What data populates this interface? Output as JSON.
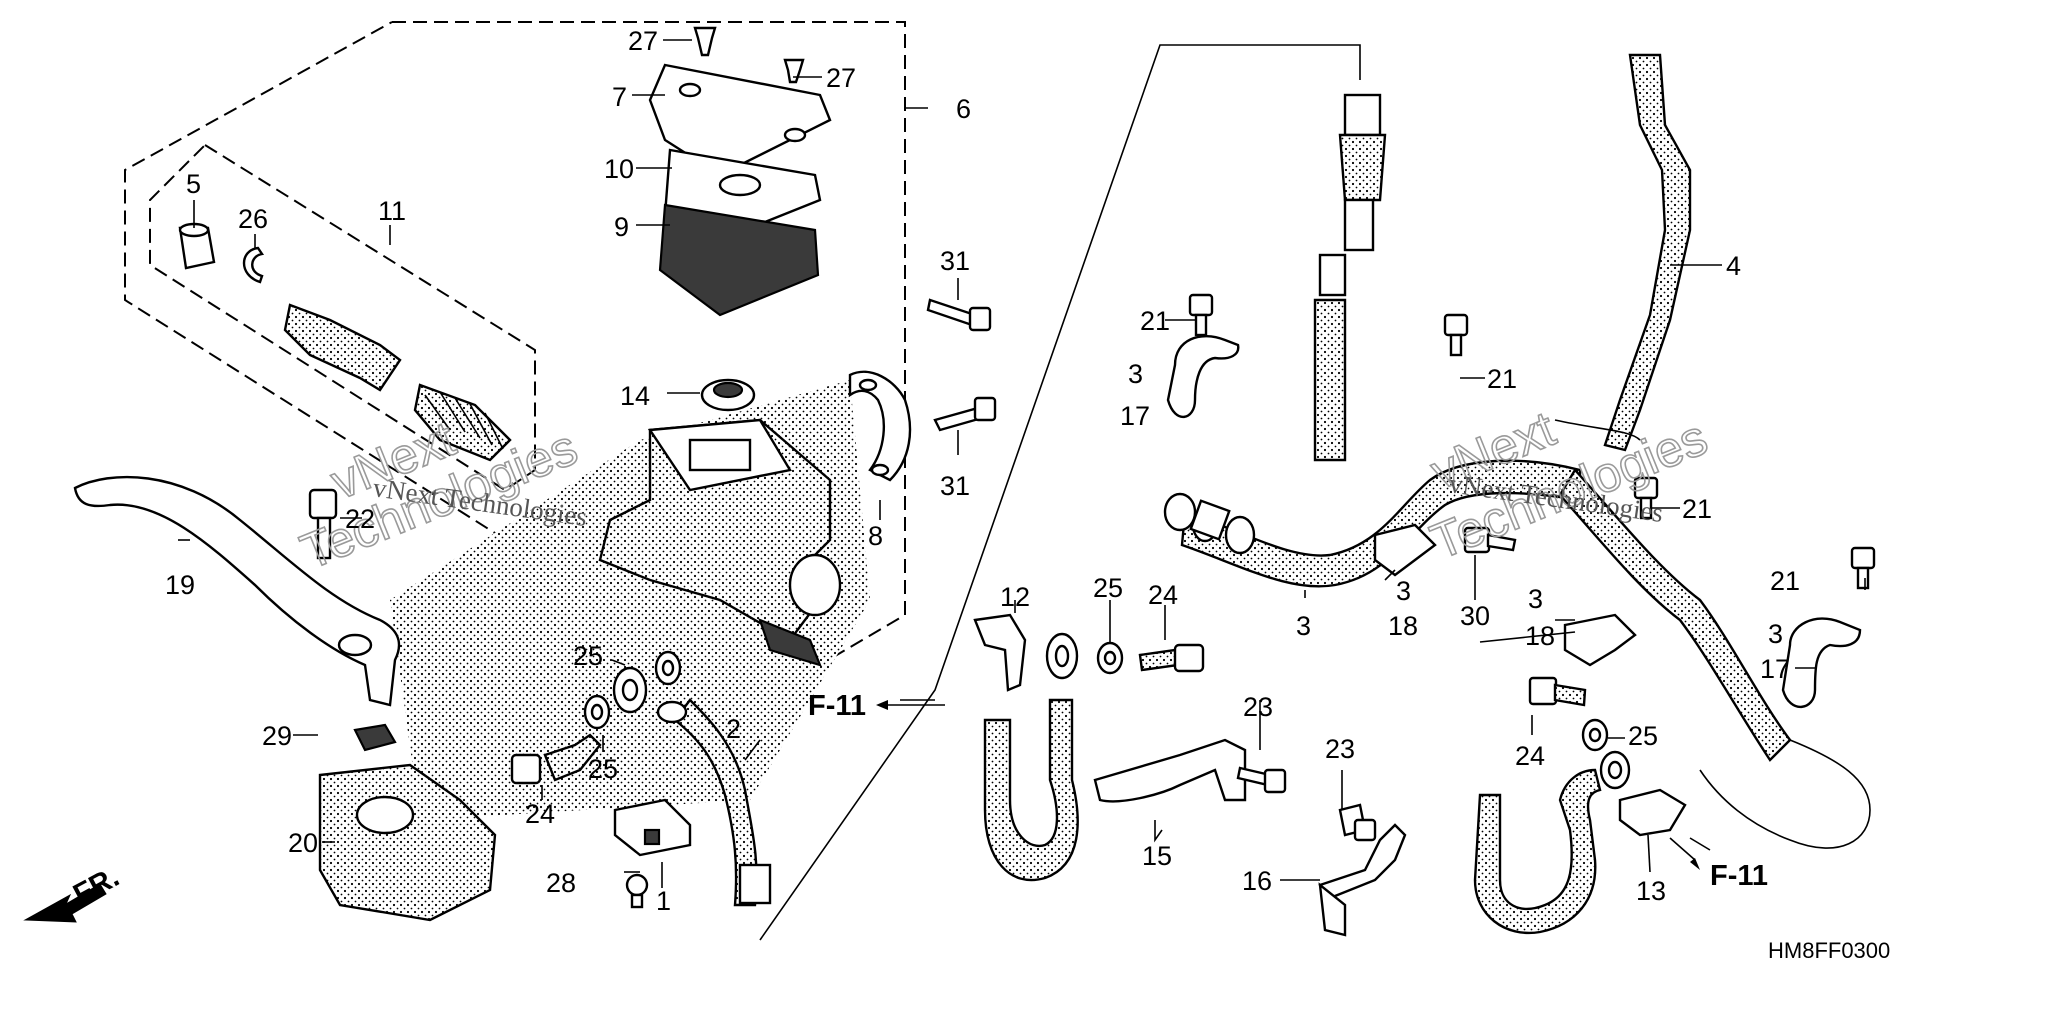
{
  "diagram": {
    "watermark_small": "vNext Technologies",
    "watermark_outline_1": "vNext",
    "watermark_outline_2": "Technologies",
    "diagram_code": "HM8FF0300",
    "front_marker": "FR.",
    "ref_left": "F-11",
    "ref_right": "F-11",
    "callouts": {
      "c1": "1",
      "c2": "2",
      "c3a": "3",
      "c3b": "3",
      "c3c": "3",
      "c3d": "3",
      "c3e": "3",
      "c4": "4",
      "c5": "5",
      "c6": "6",
      "c7": "7",
      "c8": "8",
      "c9": "9",
      "c10": "10",
      "c11": "11",
      "c12": "12",
      "c13": "13",
      "c14": "14",
      "c15": "15",
      "c16": "16",
      "c17a": "17",
      "c17b": "17",
      "c18a": "18",
      "c18b": "18",
      "c19": "19",
      "c20": "20",
      "c21a": "21",
      "c21b": "21",
      "c21c": "21",
      "c21d": "21",
      "c22": "22",
      "c23a": "23",
      "c23b": "23",
      "c24a": "24",
      "c24b": "24",
      "c24c": "24",
      "c25a": "25",
      "c25b": "25",
      "c25c": "25",
      "c25d": "25",
      "c26": "26",
      "c27a": "27",
      "c27b": "27",
      "c28": "28",
      "c29": "29",
      "c30": "30",
      "c31a": "31",
      "c31b": "31"
    }
  }
}
